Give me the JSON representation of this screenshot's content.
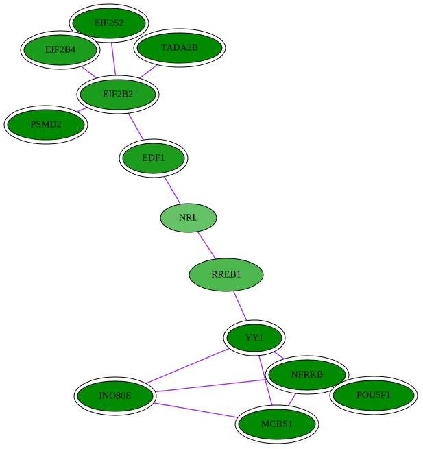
{
  "colors": {
    "edge": "#9b30ff",
    "dark_node": "#008b00",
    "medium_node": "#1c9c1c",
    "light_node": "#4db84d",
    "query_node": "#66c266"
  },
  "nodes": [
    {
      "id": "EIF2S2",
      "label": "EIF2S2",
      "fill": "#008b00",
      "halo": true,
      "query": false
    },
    {
      "id": "EIF2B4",
      "label": "EIF2B4",
      "fill": "#1c9c1c",
      "halo": true,
      "query": false
    },
    {
      "id": "TADA2B",
      "label": "TADA2B",
      "fill": "#008b00",
      "halo": true,
      "query": false
    },
    {
      "id": "EIF2B2",
      "label": "EIF2B2",
      "fill": "#1c9c1c",
      "halo": true,
      "query": false
    },
    {
      "id": "PSMD2",
      "label": "PSMD2",
      "fill": "#008b00",
      "halo": true,
      "query": false
    },
    {
      "id": "EDF1",
      "label": "EDF1",
      "fill": "#1c9c1c",
      "halo": true,
      "query": false
    },
    {
      "id": "NRL",
      "label": "NRL",
      "fill": "#66c266",
      "halo": false,
      "query": true
    },
    {
      "id": "RREB1",
      "label": "RREB1",
      "fill": "#4db84d",
      "halo": false,
      "query": false
    },
    {
      "id": "YY1",
      "label": "YY1",
      "fill": "#008b00",
      "halo": true,
      "query": false
    },
    {
      "id": "NFRKB",
      "label": "NFRKB",
      "fill": "#008b00",
      "halo": true,
      "query": false
    },
    {
      "id": "INO80E",
      "label": "INO80E",
      "fill": "#008b00",
      "halo": true,
      "query": false
    },
    {
      "id": "POU5F1",
      "label": "POU5F1",
      "fill": "#008b00",
      "halo": true,
      "query": false
    },
    {
      "id": "MCRS1",
      "label": "MCRS1",
      "fill": "#008b00",
      "halo": true,
      "query": false
    }
  ],
  "edges": [
    [
      "EIF2S2",
      "EIF2B2"
    ],
    [
      "EIF2B4",
      "EIF2B2"
    ],
    [
      "TADA2B",
      "EIF2B2"
    ],
    [
      "PSMD2",
      "EIF2B2"
    ],
    [
      "EIF2B2",
      "EDF1"
    ],
    [
      "EDF1",
      "NRL"
    ],
    [
      "NRL",
      "RREB1"
    ],
    [
      "RREB1",
      "YY1"
    ],
    [
      "YY1",
      "INO80E"
    ],
    [
      "YY1",
      "MCRS1"
    ],
    [
      "YY1",
      "NFRKB"
    ],
    [
      "INO80E",
      "NFRKB"
    ],
    [
      "INO80E",
      "MCRS1"
    ],
    [
      "NFRKB",
      "MCRS1"
    ],
    [
      "NFRKB",
      "POU5F1"
    ]
  ]
}
